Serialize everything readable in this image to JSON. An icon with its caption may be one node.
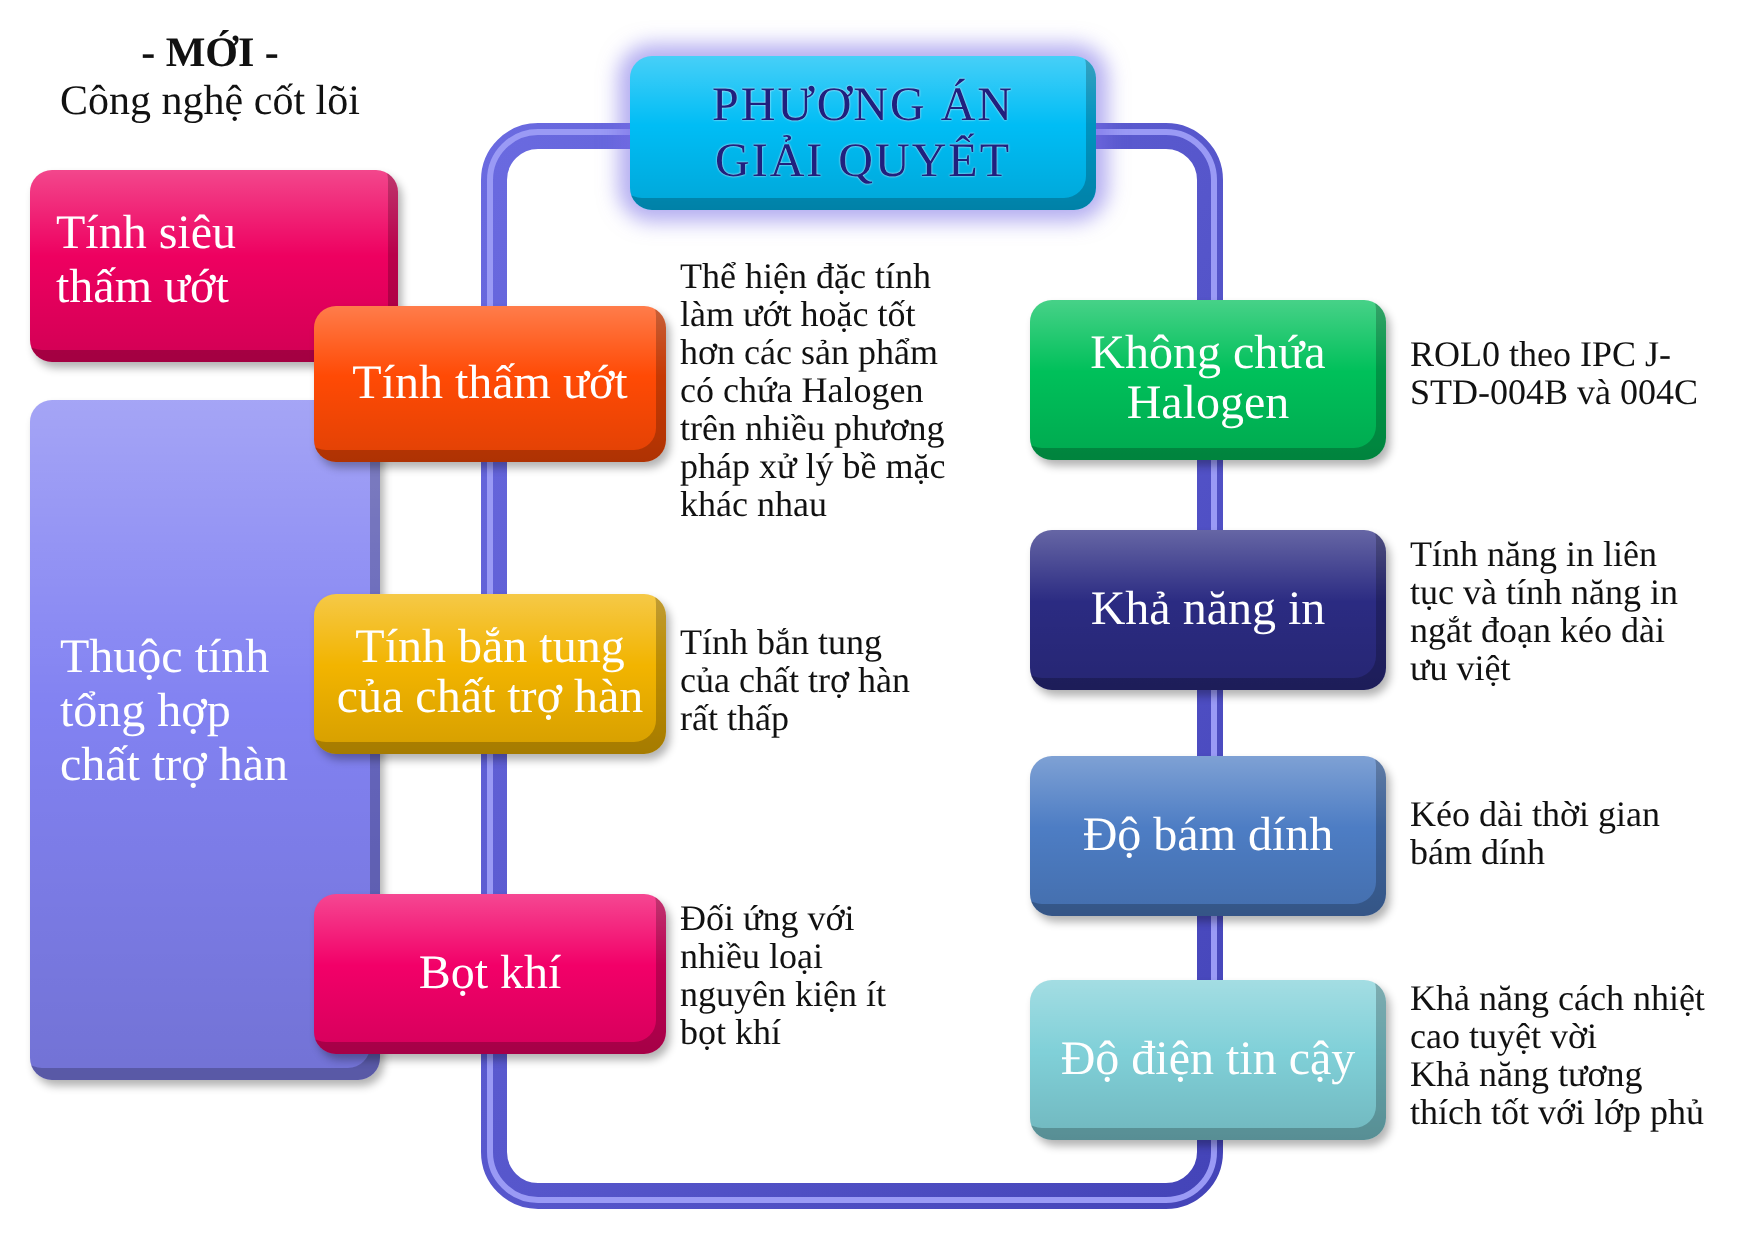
{
  "diagram": {
    "title": "**- MỚI -** Công nghệ cốt lõi",
    "nodes": [
      {
        "text": [
          "PHƯƠNG ÁN GIẢI QUYẾT"
        ]
      },
      {
        "text": [
          "Tính siêu thấm ướt"
        ]
      },
      {
        "text": [
          "Tính thấm ướt"
        ],
        "beside": [
          "Thể hiện đặc tính làm ướt hoặc tốt hơn các sản phẩm có chứa Halogen trên nhiều phương pháp xử lý bề mặc khác nhau"
        ]
      },
      {
        "text": [
          "Không chứa Halogen"
        ],
        "beside": [
          "ROL0 theo IPC J-STD-004B và 004C"
        ]
      },
      {
        "text": [
          "Thuộc tính tổng hợp chất trợ hàn"
        ]
      },
      {
        "text": [
          "Khả năng in"
        ],
        "beside": [
          "Tính năng in liên tục và tính năng in ngắt đoạn kéo dài ưu việt"
        ]
      },
      {
        "text": [
          "Tính bắn tung của chất trợ hàn"
        ],
        "beside": [
          "Tính bắn tung của chất trợ hàn rất thấp"
        ]
      },
      {
        "text": [
          "Độ bám dính"
        ],
        "beside": [
          "Kéo dài thời gian bám dính"
        ]
      },
      {
        "text": [
          "Bọt khí"
        ],
        "beside": [
          "Đối ứng với nhiều loại nguyên kiện ít bọt khí"
        ]
      },
      {
        "text": [
          "Độ điện tin cậy"
        ],
        "beside": [
          "Khả năng cách nhiệt cao tuyệt vời",
          "Khả năng tương thích tốt với lớp phủ"
        ]
      }
    ]
  }
}
